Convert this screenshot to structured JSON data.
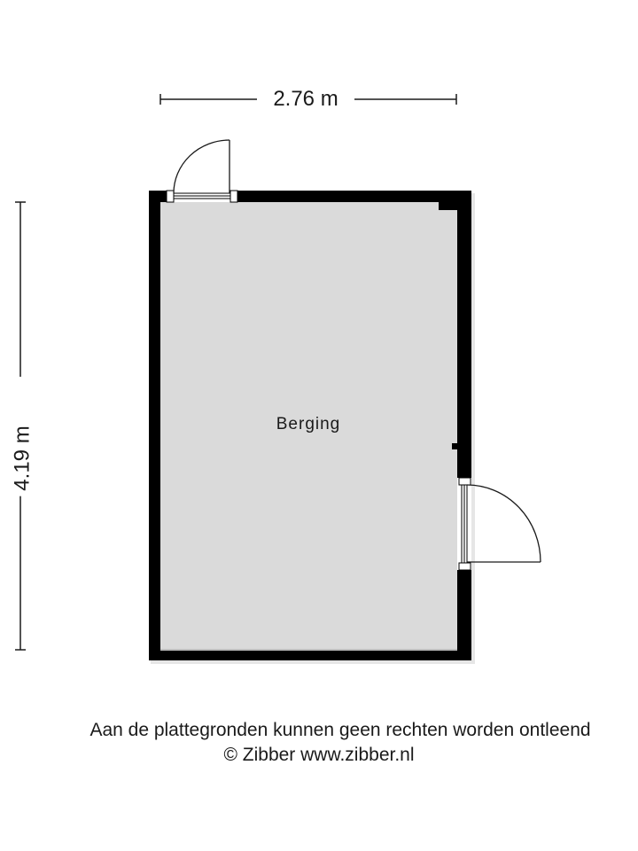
{
  "floorplan": {
    "dimensions": {
      "width_label": "2.76 m",
      "height_label": "4.19 m"
    },
    "rooms": [
      {
        "name": "Berging"
      }
    ],
    "doors": [
      {
        "position": "top-left wall",
        "type": "single swing door"
      },
      {
        "position": "right wall",
        "type": "single swing door"
      }
    ],
    "colors": {
      "wall": "#000000",
      "floor": "#dadada",
      "background": "#ffffff",
      "line": "#1a1a1a"
    }
  },
  "footer": {
    "disclaimer": "Aan de plattegronden kunnen geen rechten worden ontleend",
    "copyright": "© Zibber www.zibber.nl"
  }
}
